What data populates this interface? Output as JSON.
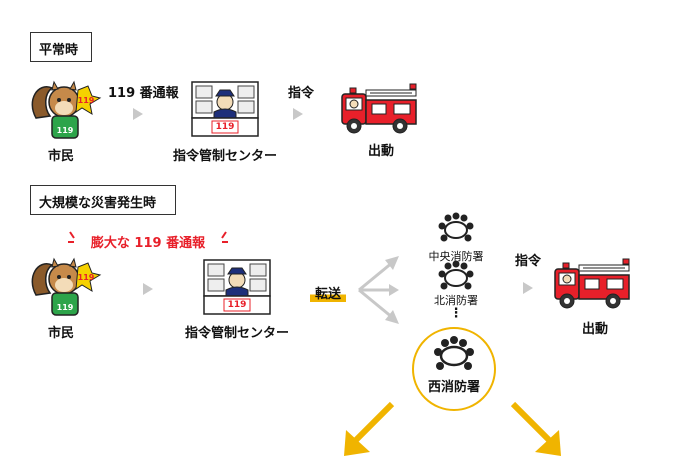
{
  "sections": {
    "normal": {
      "title": "平常時"
    },
    "disaster": {
      "title": "大規模な災害発生時"
    }
  },
  "normal_flow": {
    "citizen_label": "市民",
    "call_label": "119 番通報",
    "center_label": "指令管制センター",
    "command_label": "指令",
    "dispatch_label": "出動",
    "desk_sign": "119"
  },
  "disaster_flow": {
    "citizen_label": "市民",
    "call_label": "膨大な 119 番通報",
    "center_label": "指令管制センター",
    "transfer_label": "転送",
    "stations": [
      "中央消防署",
      "北消防署"
    ],
    "ellipsis": "⋮",
    "west_station": "西消防署",
    "command_label": "指令",
    "dispatch_label": "出動",
    "desk_sign": "119"
  },
  "colors": {
    "accent_red": "#e8202a",
    "highlight_yellow": "#f0b400",
    "arrow_gray": "#c8c8c8",
    "police_blue": "#1e2f7a"
  }
}
